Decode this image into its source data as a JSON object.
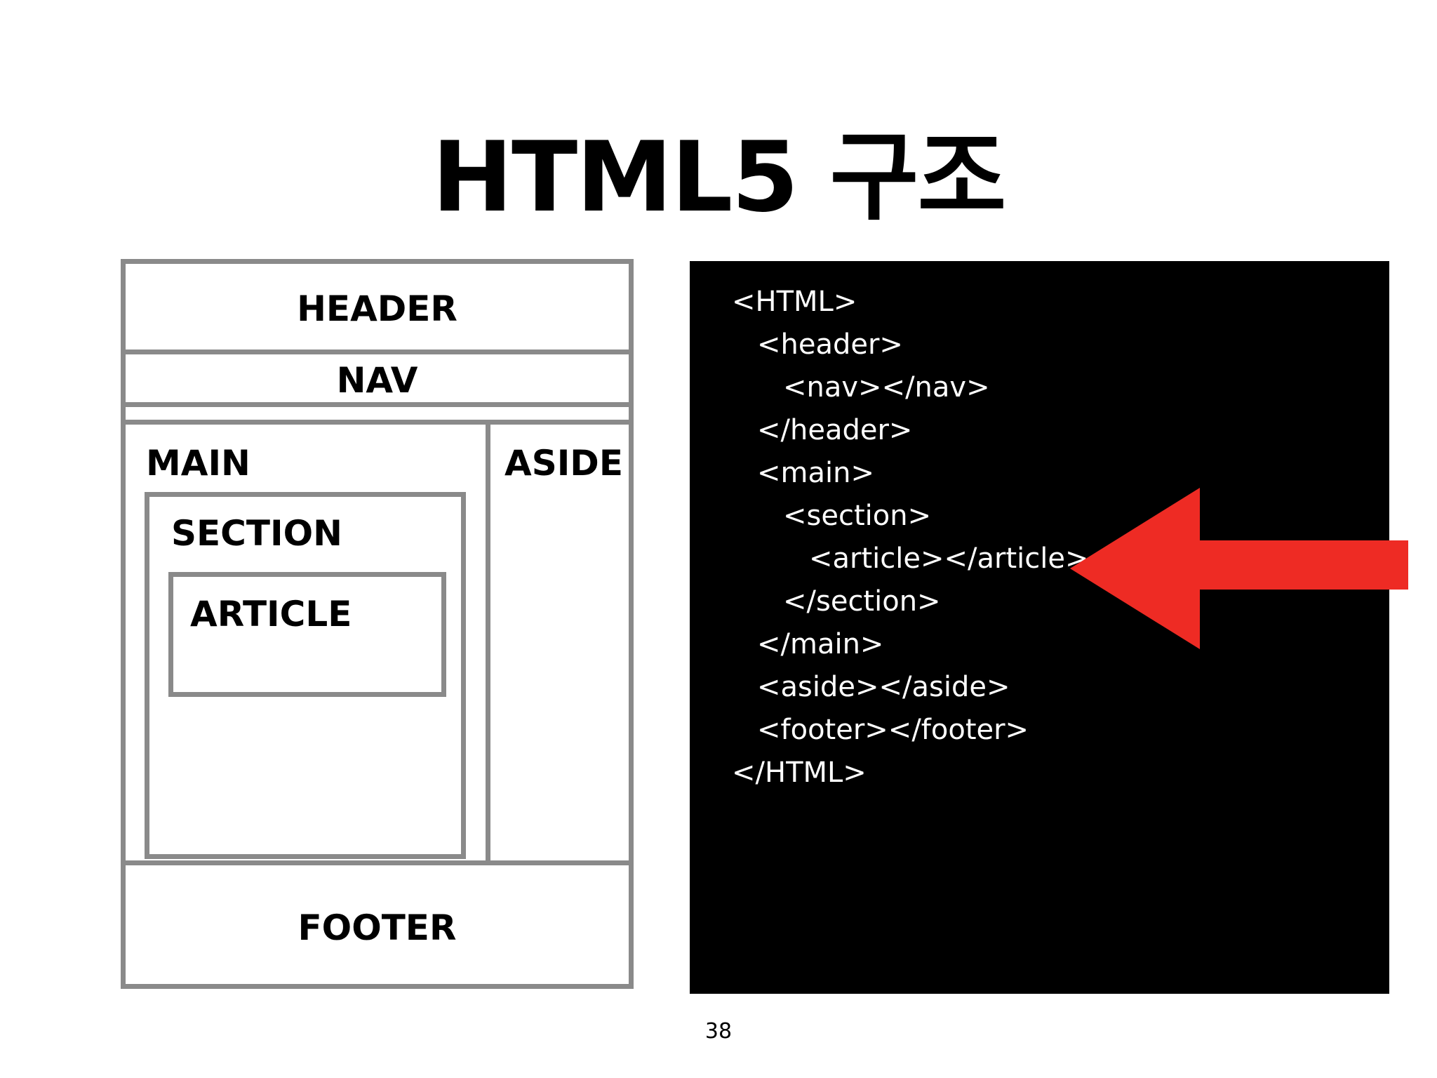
{
  "slide": {
    "title": "HTML5 구조",
    "page_number": "38"
  },
  "diagram": {
    "header": "HEADER",
    "nav": "NAV",
    "main": "MAIN",
    "aside": "ASIDE",
    "section": "SECTION",
    "article": "ARTICLE",
    "footer": "FOOTER",
    "border_color": "#8a8a8a"
  },
  "code": {
    "lines": [
      "<HTML>",
      "<header>",
      "<nav></nav>",
      "</header>",
      "<main>",
      "<section>",
      "<article></article>",
      "</section>",
      "</main>",
      "<aside></aside>",
      "<footer></footer>",
      "</HTML>"
    ]
  },
  "arrow": {
    "color": "#ee2b24",
    "icon": "left-arrow-icon"
  }
}
